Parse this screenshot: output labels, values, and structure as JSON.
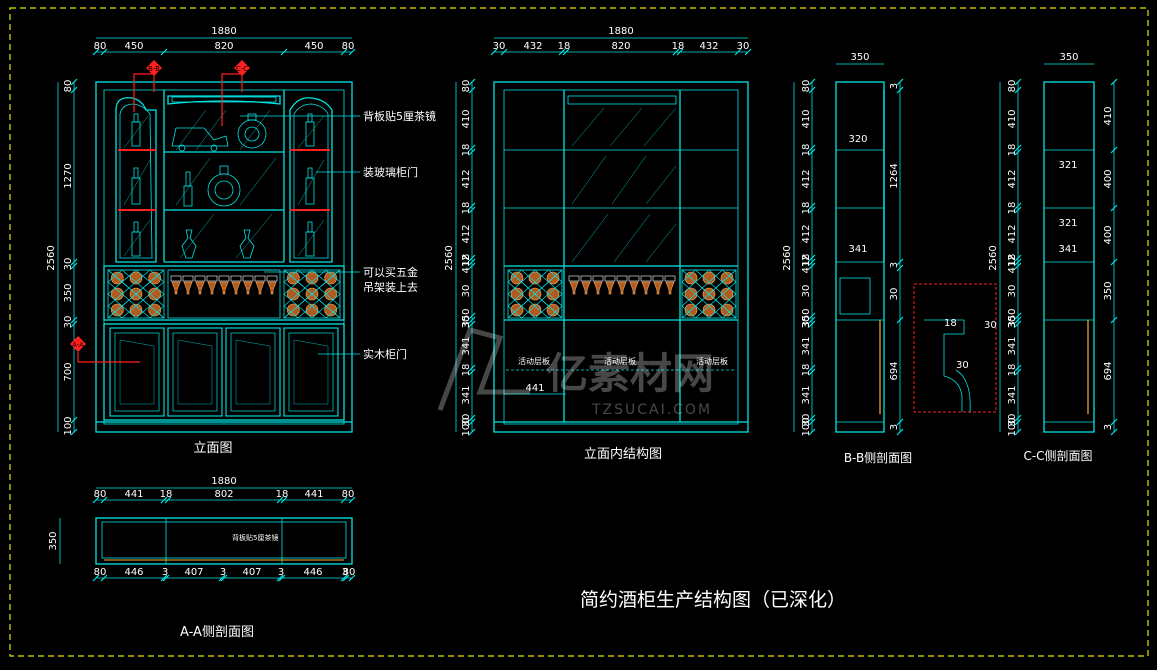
{
  "title": "简约酒柜生产结构图（已深化）",
  "views": {
    "front": {
      "caption": "立面图",
      "top_total": "1880",
      "top_dims": [
        "80",
        "450",
        "820",
        "450",
        "80"
      ],
      "left_total": "2560",
      "left_dims": [
        "80",
        "1270",
        "30",
        "350",
        "30",
        "700",
        "100"
      ],
      "section_marks": [
        "B-B",
        "C-C",
        "A-A"
      ],
      "notes": [
        "背板贴5厘茶镜",
        "装玻璃柜门",
        "可以买五金",
        "吊架装上去",
        "实木柜门"
      ]
    },
    "inner": {
      "caption": "立面内结构图",
      "top_total": "1880",
      "top_dims": [
        "30",
        "432",
        "18",
        "820",
        "18",
        "432",
        "30"
      ],
      "left_total": "2560",
      "left_dims": [
        "80",
        "410",
        "18",
        "412",
        "18",
        "412",
        "18",
        "412",
        "30",
        "350",
        "30",
        "341",
        "18",
        "341",
        "30",
        "100"
      ],
      "bottom_dim": "441",
      "labels": [
        "活动层板",
        "活动层板",
        "活动层板"
      ]
    },
    "bb": {
      "caption": "B-B侧剖面图",
      "top_dim": "350",
      "inner_widths": [
        "320",
        "341"
      ],
      "left_total": "2560",
      "left_dims": [
        "80",
        "410",
        "18",
        "412",
        "18",
        "412",
        "18",
        "412",
        "30",
        "350",
        "30",
        "341",
        "18",
        "341",
        "30",
        "100"
      ],
      "right_dims": [
        "3",
        "1264",
        "3",
        "30",
        "694",
        "3"
      ],
      "detail_dims": [
        "30",
        "18",
        "30"
      ]
    },
    "cc": {
      "caption": "C-C侧剖面图",
      "top_dim": "350",
      "shelf_widths": [
        "321",
        "321",
        "341"
      ],
      "left_total": "2560",
      "left_dims": [
        "80",
        "410",
        "18",
        "412",
        "18",
        "412",
        "18",
        "412",
        "30",
        "350",
        "30",
        "341",
        "18",
        "341",
        "30",
        "100"
      ],
      "right_dims": [
        "410",
        "400",
        "400",
        "350",
        "694",
        "3"
      ]
    },
    "aa": {
      "caption": "A-A侧剖面图",
      "top_total": "1880",
      "top_dims": [
        "80",
        "441",
        "18",
        "802",
        "18",
        "441",
        "80"
      ],
      "bottom_dims": [
        "80",
        "446",
        "3",
        "407",
        "3",
        "407",
        "3",
        "446",
        "3",
        "80"
      ],
      "left_dim": "350",
      "note": "背板贴5厘茶镜"
    }
  },
  "watermark": {
    "brand": "亿素材网",
    "url": "TZSUCAI.COM"
  },
  "colors": {
    "line": "#00e5e5",
    "annotation": "#ff2020",
    "text": "#ffffff",
    "frame": "#e6e600"
  }
}
